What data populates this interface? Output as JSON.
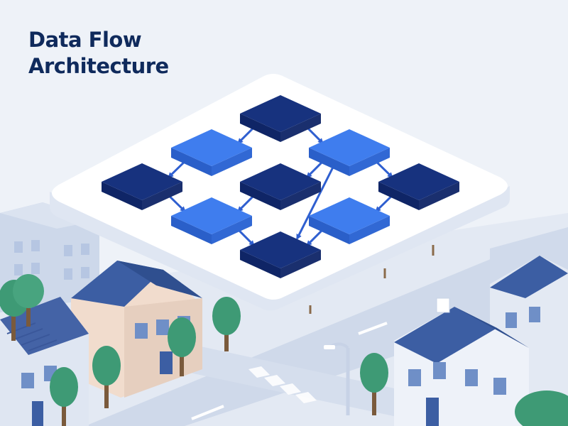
{
  "heading": {
    "line1": "Data Flow",
    "line2": "Architecture"
  },
  "colors": {
    "background": "#eef2f8",
    "title": "#0f2a5c",
    "node_dark_top": "#17327e",
    "node_light_top": "#3f7dee",
    "arrow": "#2f5fd0",
    "platform": "#ffffff",
    "tree": "#3e9a75",
    "roof": "#3c5ea3"
  },
  "diagram": {
    "nodes": [
      {
        "id": "n1",
        "tone": "dark"
      },
      {
        "id": "n2",
        "tone": "light"
      },
      {
        "id": "n3",
        "tone": "light"
      },
      {
        "id": "n4",
        "tone": "dark"
      },
      {
        "id": "n5",
        "tone": "dark"
      },
      {
        "id": "n6",
        "tone": "dark"
      },
      {
        "id": "n7",
        "tone": "light"
      },
      {
        "id": "n8",
        "tone": "light"
      },
      {
        "id": "n9",
        "tone": "dark"
      }
    ],
    "edges": [
      {
        "from": "n1",
        "to": "n2"
      },
      {
        "from": "n1",
        "to": "n3"
      },
      {
        "from": "n2",
        "to": "n4"
      },
      {
        "from": "n3",
        "to": "n5"
      },
      {
        "from": "n3",
        "to": "n6"
      },
      {
        "from": "n4",
        "to": "n7"
      },
      {
        "from": "n5",
        "to": "n7"
      },
      {
        "from": "n6",
        "to": "n8"
      },
      {
        "from": "n7",
        "to": "n9"
      },
      {
        "from": "n8",
        "to": "n9"
      },
      {
        "from": "n3",
        "to": "n9"
      }
    ]
  },
  "scene_icons": [
    "house-icon",
    "tree-icon",
    "street-lamp-icon",
    "crosswalk-icon"
  ]
}
